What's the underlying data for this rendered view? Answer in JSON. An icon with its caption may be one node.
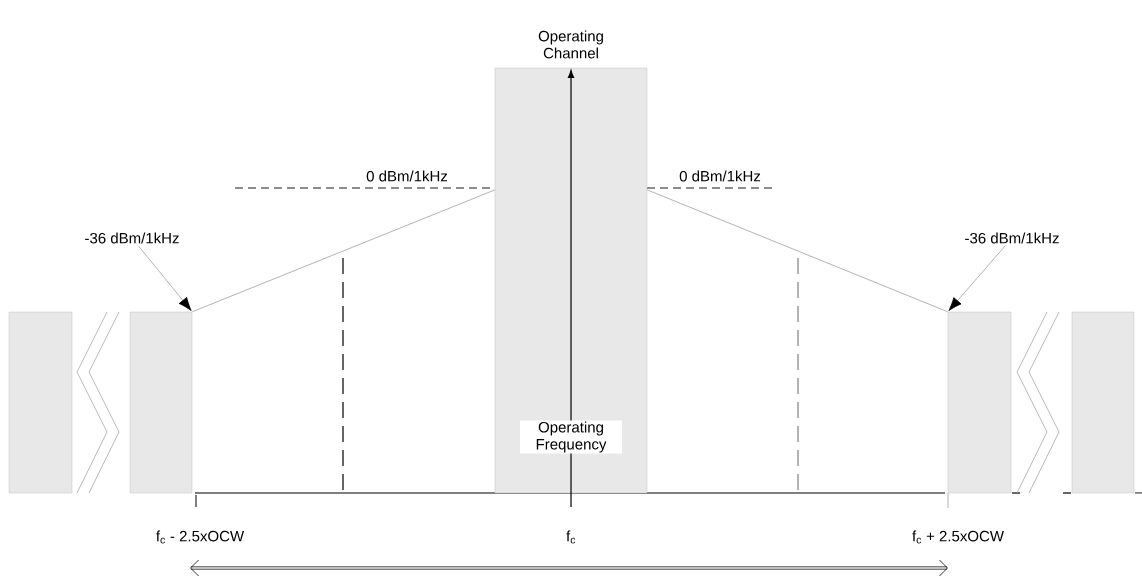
{
  "diagram": {
    "nodes": [
      {
        "text": [],
        "shape": "bar"
      },
      {
        "text": [],
        "shape": "bar"
      },
      {
        "text": [
          "Operating Channel",
          "Operating Frequency"
        ]
      },
      {
        "text": [],
        "shape": "bar"
      },
      {
        "text": [],
        "shape": "bar"
      },
      {
        "text": [
          "-36 dBm/1kHz"
        ]
      },
      {
        "text": [
          "-36 dBm/1kHz"
        ]
      }
    ],
    "edges": [
      {
        "from": 5,
        "to": 1,
        "arrow": "to"
      },
      {
        "from": 6,
        "to": 3,
        "arrow": "to"
      },
      {
        "from": 1,
        "to": 2,
        "arrow": "none"
      },
      {
        "from": 2,
        "to": 3,
        "arrow": "none"
      }
    ],
    "labels": [
      "0 dBm/1kHz",
      "0 dBm/1kHz",
      "f$_{c}$ - 2.5xOCW",
      "f$_{c}$",
      "f$_{c}$ + 2.5xOCW"
    ]
  }
}
